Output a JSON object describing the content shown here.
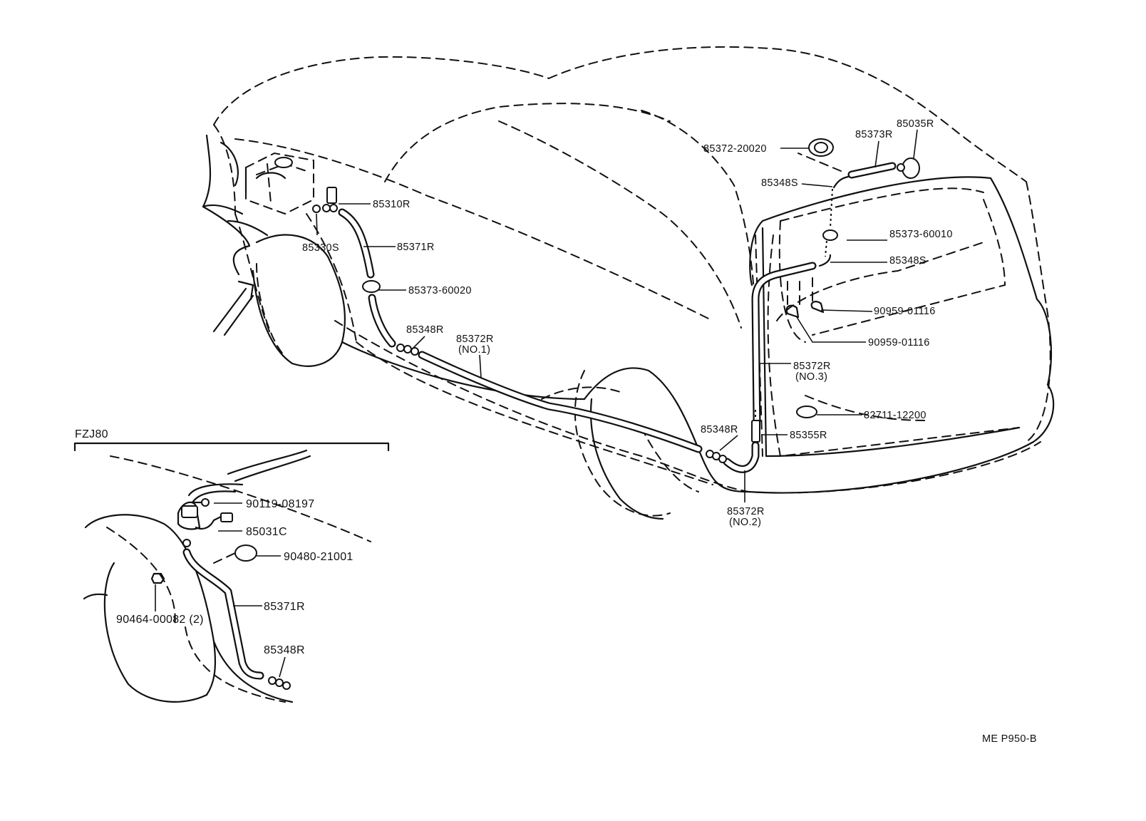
{
  "labels": {
    "p85372_20020": "85372-20020",
    "p85373R_top": "85373R",
    "p85035R": "85035R",
    "p85348S_top": "85348S",
    "p85373_60010": "85373-60010",
    "p85348S_mid": "85348S",
    "p90959_a": "90959-01116",
    "p90959_b": "90959-01116",
    "p85310R": "85310R",
    "p85330S": "85330S",
    "p85371R": "85371R",
    "p85373_60020": "85373-60020",
    "p85348R_a": "85348R",
    "p85372R_no1": "85372R",
    "no1": "(NO.1)",
    "p85372R_no3": "85372R",
    "no3": "(NO.3)",
    "p82711": "82711-12200",
    "p85348R_b": "85348R",
    "p85355R": "85355R",
    "p85372R_no2": "85372R",
    "no2": "(NO.2)",
    "fzj80": "FZJ80",
    "p90119": "90119-08197",
    "p85031C": "85031C",
    "p90480": "90480-21001",
    "p85371R_inset": "85371R",
    "p90464": "90464-00082 (2)",
    "p85348R_inset": "85348R",
    "ref": "ME  P950-B"
  }
}
